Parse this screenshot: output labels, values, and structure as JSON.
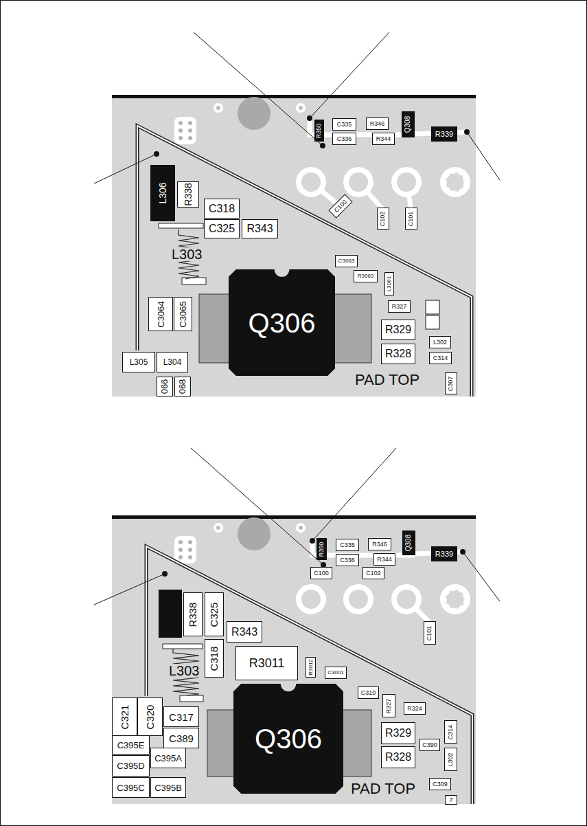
{
  "diagram": {
    "nodes": [
      {
        "text": [
          "R350"
        ]
      },
      {
        "text": [
          "C335"
        ]
      },
      {
        "text": [
          "R346"
        ]
      },
      {
        "text": [
          "Q308"
        ]
      },
      {
        "text": [
          "R339"
        ]
      },
      {
        "text": [
          "C336"
        ]
      },
      {
        "text": [
          "R344"
        ]
      },
      {
        "text": [
          "L306"
        ]
      },
      {
        "text": [
          "R338"
        ]
      },
      {
        "text": [
          "C318"
        ]
      },
      {
        "text": [
          "C100"
        ]
      },
      {
        "text": [
          "C102"
        ]
      },
      {
        "text": [
          "C101"
        ]
      },
      {
        "text": [
          "C325"
        ]
      },
      {
        "text": [
          "R343"
        ]
      },
      {
        "text": [
          "C3063"
        ]
      },
      {
        "text": [
          "R3063"
        ]
      },
      {
        "text": [
          "L3061"
        ]
      },
      {
        "text": [
          "C3064"
        ]
      },
      {
        "text": [
          "C3065"
        ]
      },
      {
        "text": [
          "Q306"
        ]
      },
      {
        "text": [
          "R327"
        ]
      },
      {
        "text": [
          "R329"
        ]
      },
      {
        "text": [
          "R328"
        ]
      },
      {
        "text": [
          "L302"
        ]
      },
      {
        "text": [
          "C314"
        ]
      },
      {
        "text": [
          "L305"
        ]
      },
      {
        "text": [
          "L304"
        ]
      },
      {
        "text": [
          "C307"
        ]
      },
      {
        "text": [
          "066"
        ]
      },
      {
        "text": [
          "068"
        ]
      },
      {
        "text": [
          "R350"
        ]
      },
      {
        "text": [
          "C335"
        ]
      },
      {
        "text": [
          "R346"
        ]
      },
      {
        "text": [
          "Q308"
        ]
      },
      {
        "text": [
          "R339"
        ]
      },
      {
        "text": [
          "C336"
        ]
      },
      {
        "text": [
          "R344"
        ]
      },
      {
        "text": [
          "C100"
        ]
      },
      {
        "text": [
          "C102"
        ]
      },
      {
        "text": [
          "R338"
        ]
      },
      {
        "text": [
          "C325"
        ]
      },
      {
        "text": [
          "R343"
        ]
      },
      {
        "text": [
          "C101"
        ]
      },
      {
        "text": [
          "C318"
        ]
      },
      {
        "text": [
          "R3011"
        ]
      },
      {
        "text": [
          "R3012"
        ]
      },
      {
        "text": [
          "C3001"
        ]
      },
      {
        "text": [
          "C310"
        ]
      },
      {
        "text": [
          "Q306"
        ]
      },
      {
        "text": [
          "R327"
        ]
      },
      {
        "text": [
          "R324"
        ]
      },
      {
        "text": [
          "C321"
        ]
      },
      {
        "text": [
          "C320"
        ]
      },
      {
        "text": [
          "C317"
        ]
      },
      {
        "text": [
          "C314"
        ]
      },
      {
        "text": [
          "R329"
        ]
      },
      {
        "text": [
          "C389"
        ]
      },
      {
        "text": [
          "C395E"
        ]
      },
      {
        "text": [
          "C390"
        ]
      },
      {
        "text": [
          "R328"
        ]
      },
      {
        "text": [
          "L302"
        ]
      },
      {
        "text": [
          "C395A"
        ]
      },
      {
        "text": [
          "C395D"
        ]
      },
      {
        "text": [
          "C395C"
        ]
      },
      {
        "text": [
          "C395B"
        ]
      },
      {
        "text": [
          "C309"
        ]
      },
      {
        "text": [
          "7"
        ]
      }
    ],
    "labels": [
      "L303",
      "PAD TOP",
      "L303",
      "PAD TOP"
    ]
  }
}
